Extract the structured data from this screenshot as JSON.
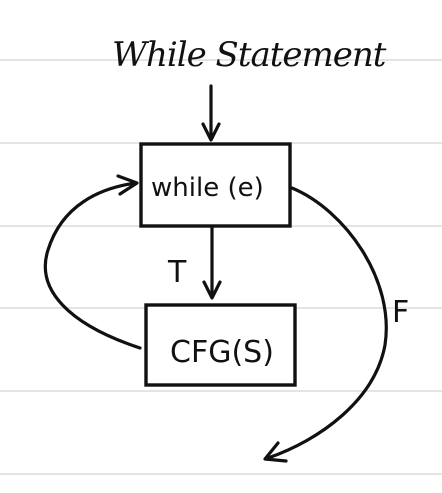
{
  "title": "While Statement",
  "condition_box": {
    "label": "while (e)"
  },
  "body_box": {
    "label": "CFG(S)"
  },
  "edges": {
    "true_label": "T",
    "false_label": "F"
  }
}
